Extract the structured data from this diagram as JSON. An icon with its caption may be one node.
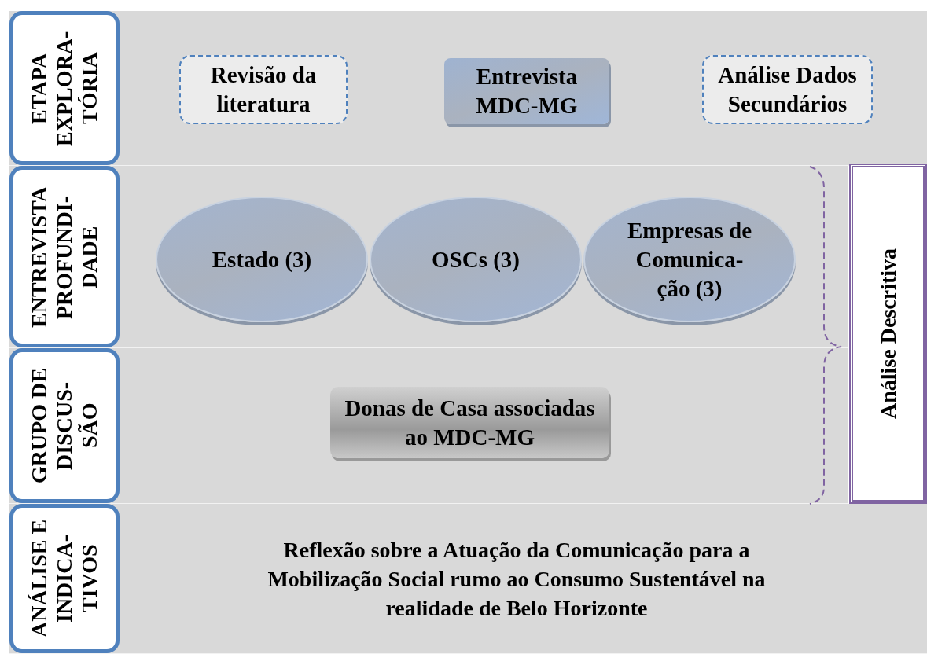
{
  "diagram": {
    "nodes": [
      {
        "text": [
          "ETAPA EXPLORA- TÓRIA"
        ]
      },
      {
        "text": [
          "Revisão da literatura"
        ],
        "in": 0
      },
      {
        "text": [
          "Entrevista MDC-MG"
        ],
        "in": 0
      },
      {
        "text": [
          "Análise Dados Secundários"
        ],
        "in": 0
      },
      {
        "text": [
          "ENTREVISTA PROFUNDI- DADE"
        ]
      },
      {
        "text": [
          "Estado (3)"
        ],
        "in": 4
      },
      {
        "text": [
          "OSCs (3)"
        ],
        "in": 4
      },
      {
        "text": [
          "Empresas de Comunica- ção (3)"
        ],
        "in": 4
      },
      {
        "text": [
          "GRUPO DE DISCUS- SÃO"
        ]
      },
      {
        "text": [
          "Donas de Casa associadas ao MDC-MG"
        ],
        "in": 8
      },
      {
        "text": [
          "ANÁLISE E INDICA- TIVOS",
          "Reflexão sobre a Atuação da Comunicação para a Mobilização Social rumo ao Consumo Sustentável na realidade de Belo Horizonte"
        ]
      },
      {
        "text": [
          "Análise Descritiva"
        ]
      }
    ]
  }
}
